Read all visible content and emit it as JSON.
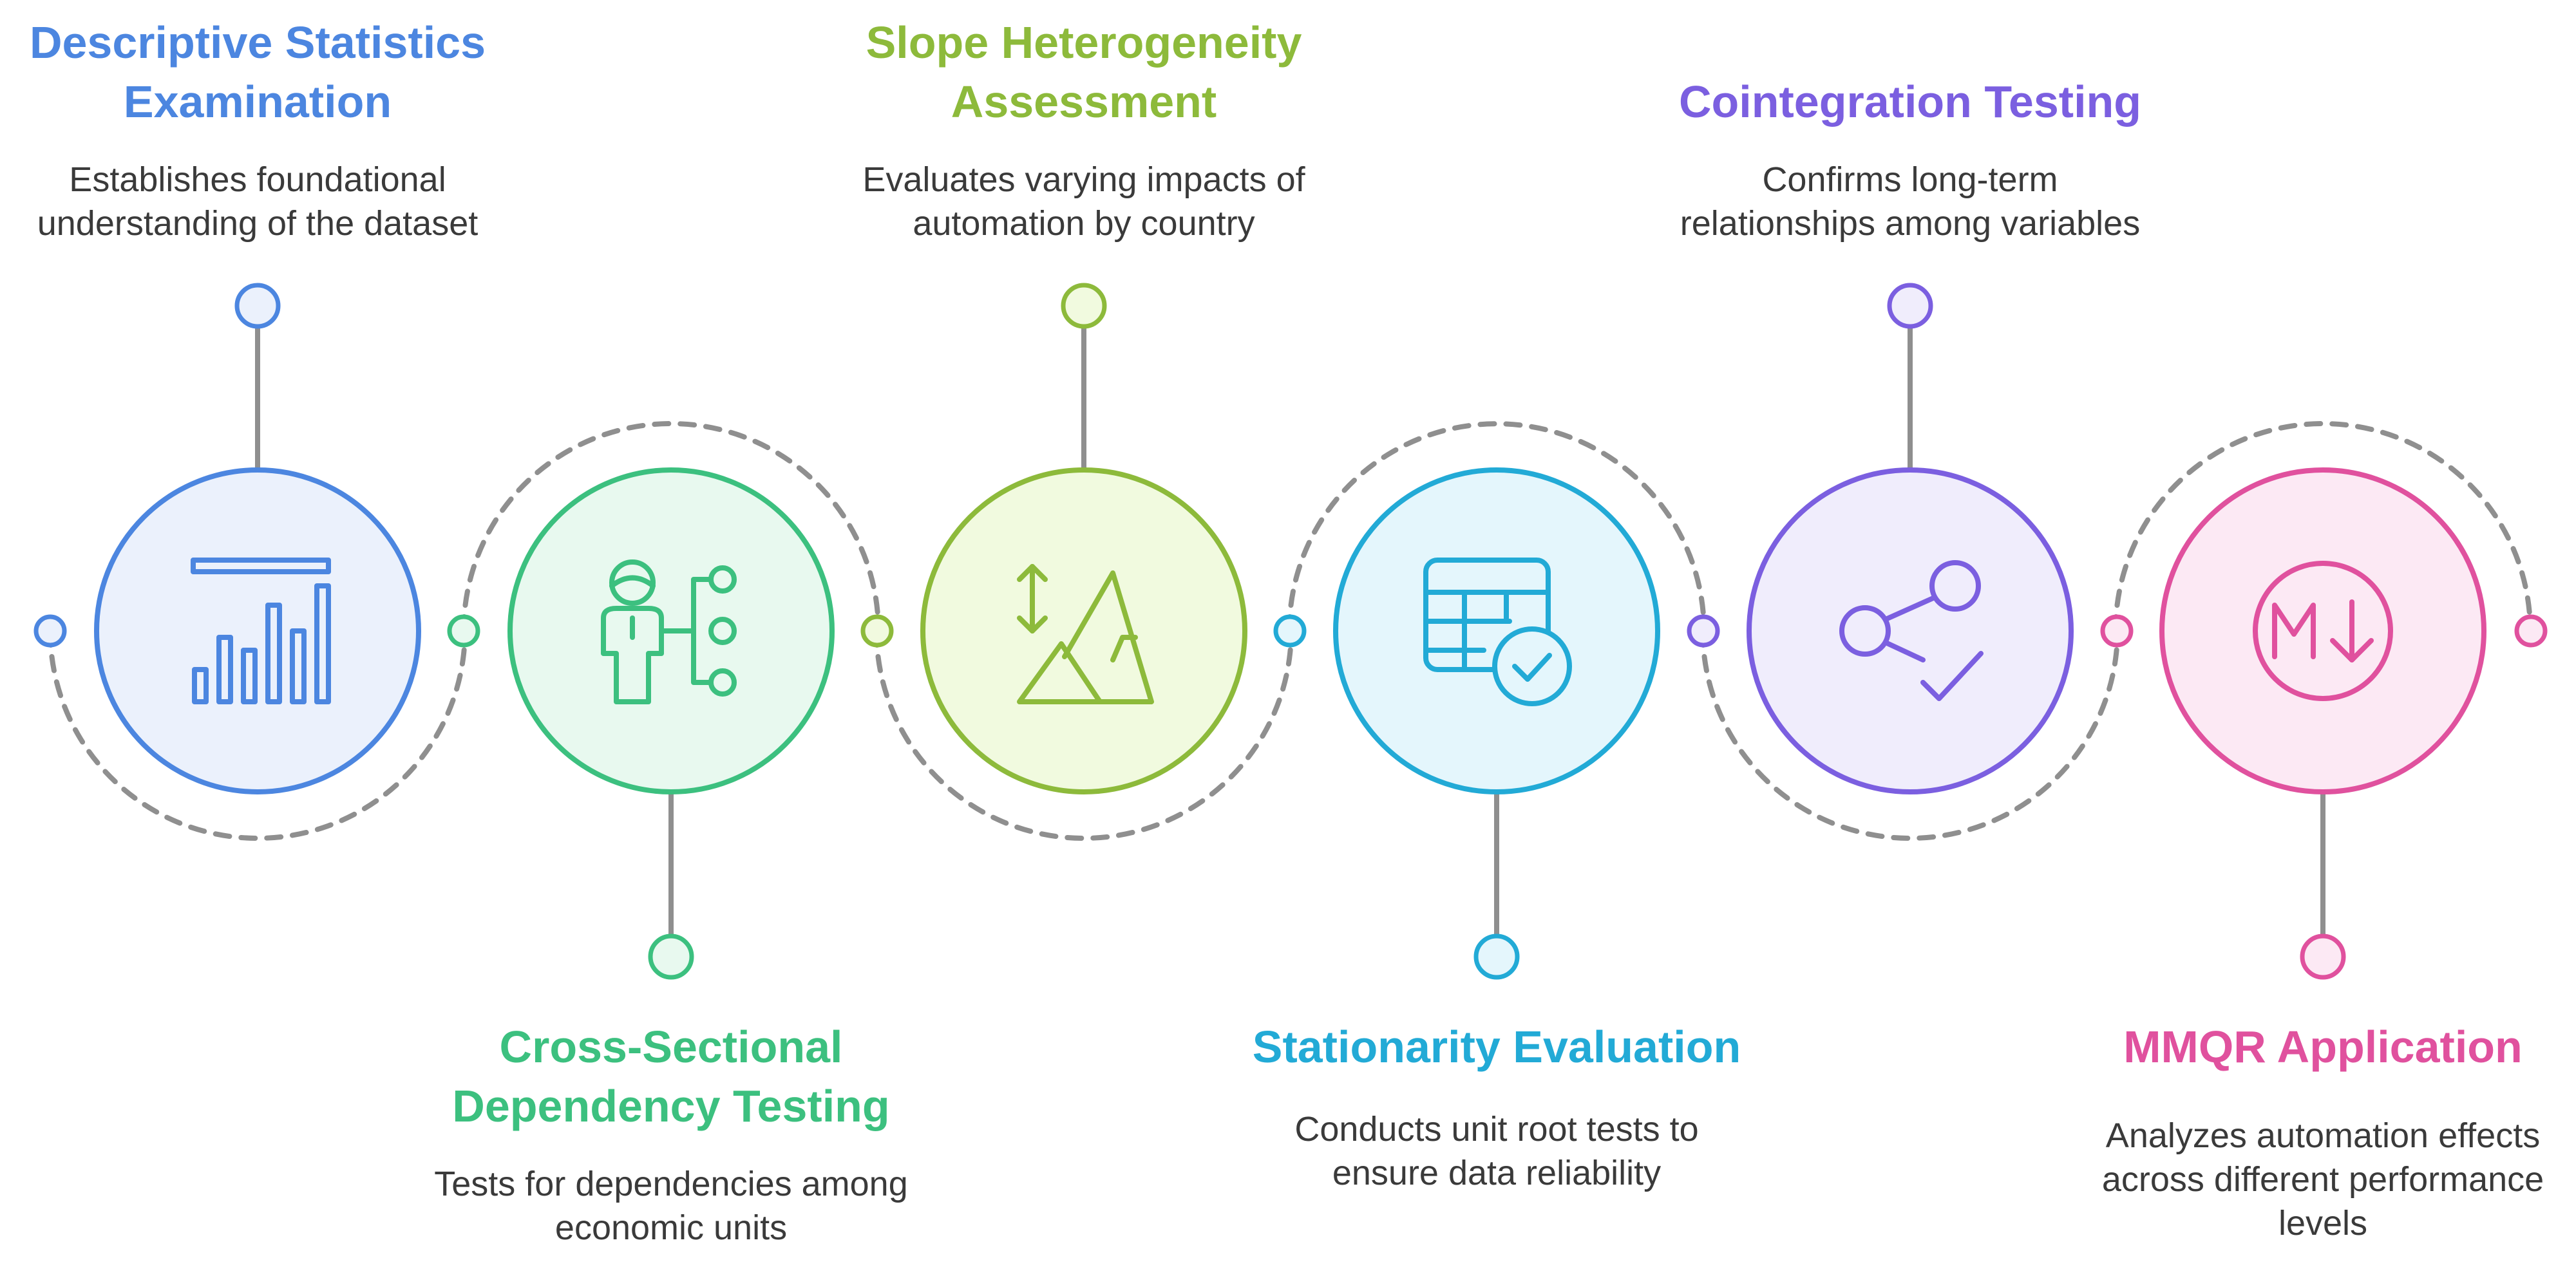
{
  "steps": [
    {
      "title": "Descriptive Statistics\nExamination",
      "description": "Establishes foundational\nunderstanding of the dataset",
      "icon": "bar-chart-icon",
      "color": "#4C86E0",
      "fill": "#EBF1FC"
    },
    {
      "title": "Cross-Sectional\nDependency Testing",
      "description": "Tests for dependencies among\neconomic units",
      "icon": "person-network-icon",
      "color": "#3CC07F",
      "fill": "#E8F9EF"
    },
    {
      "title": "Slope Heterogeneity\nAssessment",
      "description": "Evaluates varying impacts of\nautomation by country",
      "icon": "mountains-arrows-icon",
      "color": "#8DBA3B",
      "fill": "#F1FADF"
    },
    {
      "title": "Stationarity Evaluation",
      "description": "Conducts unit root tests to\nensure data reliability",
      "icon": "table-check-icon",
      "color": "#22AAD6",
      "fill": "#E4F6FC"
    },
    {
      "title": "Cointegration Testing",
      "description": "Confirms long-term\nrelationships among variables",
      "icon": "share-check-icon",
      "color": "#7B5FE0",
      "fill": "#F0EDFC"
    },
    {
      "title": "MMQR Application",
      "description": "Analyzes automation effects\nacross different performance\nlevels",
      "icon": "markdown-icon",
      "color": "#E0519E",
      "fill": "#FCE9F4"
    }
  ],
  "connector_color": "#8f8f8f"
}
